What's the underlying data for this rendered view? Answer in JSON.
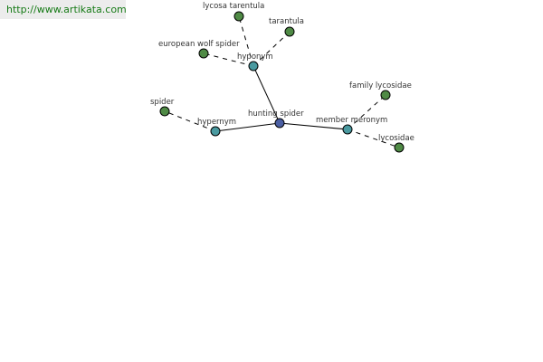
{
  "banner": {
    "url_text": "http://www.artikata.com"
  },
  "graph": {
    "colors": {
      "central": "#4b5fa3",
      "relation": "#4a9aa0",
      "term": "#4f8a45",
      "edge": "#000000",
      "banner_text": "#157a15"
    },
    "nodes": {
      "hunting_spider": {
        "label": "hunting spider",
        "kind": "central"
      },
      "hyponym": {
        "label": "hyponym",
        "kind": "relation"
      },
      "hypernym": {
        "label": "hypernym",
        "kind": "relation"
      },
      "member_meronym": {
        "label": "member meronym",
        "kind": "relation"
      },
      "lycosa_tarentula": {
        "label": "lycosa tarentula",
        "kind": "term"
      },
      "tarantula": {
        "label": "tarantula",
        "kind": "term"
      },
      "european_wolf_spider": {
        "label": "european wolf spider",
        "kind": "term"
      },
      "spider": {
        "label": "spider",
        "kind": "term"
      },
      "family_lycosidae": {
        "label": "family lycosidae",
        "kind": "term"
      },
      "lycosidae": {
        "label": "lycosidae",
        "kind": "term"
      }
    },
    "edges": [
      {
        "from": "hunting_spider",
        "to": "hyponym",
        "style": "solid"
      },
      {
        "from": "hunting_spider",
        "to": "hypernym",
        "style": "solid"
      },
      {
        "from": "hunting_spider",
        "to": "member_meronym",
        "style": "solid"
      },
      {
        "from": "hyponym",
        "to": "lycosa_tarentula",
        "style": "dashed"
      },
      {
        "from": "hyponym",
        "to": "tarantula",
        "style": "dashed"
      },
      {
        "from": "hyponym",
        "to": "european_wolf_spider",
        "style": "dashed"
      },
      {
        "from": "hypernym",
        "to": "spider",
        "style": "dashed"
      },
      {
        "from": "member_meronym",
        "to": "family_lycosidae",
        "style": "dashed"
      },
      {
        "from": "member_meronym",
        "to": "lycosidae",
        "style": "dashed"
      }
    ]
  }
}
